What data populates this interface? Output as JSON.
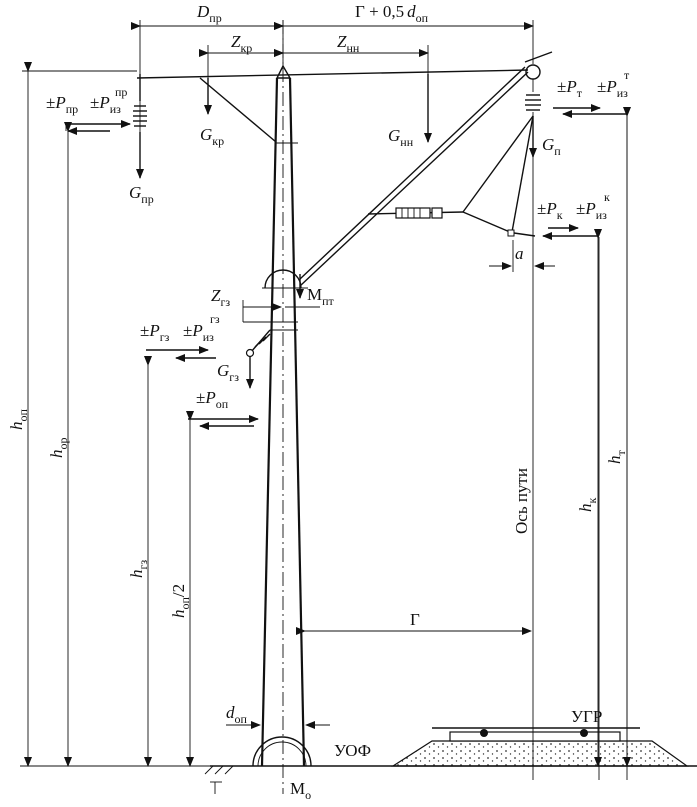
{
  "dimensions": {
    "d_pr_top": {
      "main": "D",
      "sub": "пр"
    },
    "g_plus": {
      "main": "Г + 0,5",
      "var": "d",
      "sub": "оп"
    },
    "z_kr": {
      "main": "Z",
      "sub": "кр"
    },
    "z_nn": {
      "main": "Z",
      "sub": "нн"
    },
    "z_gz": {
      "main": "Z",
      "sub": "гз"
    },
    "a": {
      "main": "a"
    },
    "g_span": {
      "main": "Г"
    },
    "d_op": {
      "main": "d",
      "sub": "оп"
    }
  },
  "heights": {
    "h_op": {
      "main": "h",
      "sub": "оп"
    },
    "h_or": {
      "main": "h",
      "sub": "ор"
    },
    "h_gz": {
      "main": "h",
      "sub": "гз"
    },
    "h_op_half": {
      "main": "h",
      "sub": "оп",
      "tail": "/2"
    },
    "h_k": {
      "main": "h",
      "sub": "к"
    },
    "h_t": {
      "main": "h",
      "sub": "т"
    }
  },
  "loads": {
    "p_pr": {
      "pm": "±",
      "main": "P",
      "sub": "пр"
    },
    "p_iz_pr": {
      "pm": "±",
      "main": "P",
      "sub": "из",
      "sup": "пр"
    },
    "g_pr": {
      "main": "G",
      "sub": "пр"
    },
    "g_kr": {
      "main": "G",
      "sub": "кр"
    },
    "g_nn": {
      "main": "G",
      "sub": "нн"
    },
    "p_t": {
      "pm": "±",
      "main": "P",
      "sub": "т"
    },
    "p_iz_t": {
      "pm": "±",
      "main": "P",
      "sub": "из",
      "sup": "т"
    },
    "g_p": {
      "main": "G",
      "sub": "п"
    },
    "p_k": {
      "pm": "±",
      "main": "P",
      "sub": "к"
    },
    "p_iz_k": {
      "pm": "±",
      "main": "P",
      "sub": "из",
      "sup": "к"
    },
    "m_pt": {
      "main": "М",
      "sub": "пт"
    },
    "p_gz": {
      "pm": "±",
      "main": "P",
      "sub": "гз"
    },
    "p_iz_gz": {
      "pm": "±",
      "main": "P",
      "sub": "из",
      "sup": "гз"
    },
    "g_gz": {
      "main": "G",
      "sub": "гз"
    },
    "p_op": {
      "pm": "±",
      "main": "P",
      "sub": "оп"
    }
  },
  "labels": {
    "track_axis": "Ось пути",
    "uof": "УОФ",
    "ugr": "УГР",
    "m_o": {
      "main": "М",
      "sub": "о"
    }
  }
}
